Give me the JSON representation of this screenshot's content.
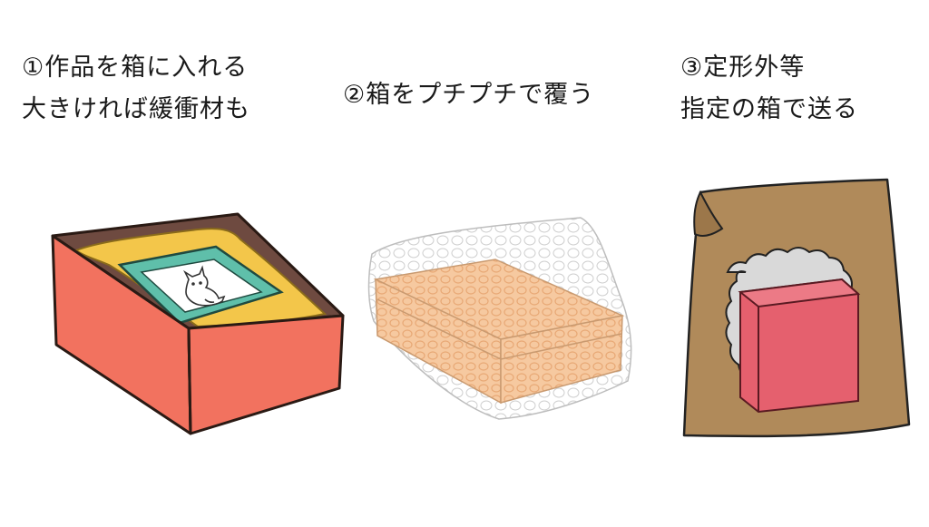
{
  "steps": [
    {
      "lines": [
        "①作品を箱に入れる",
        "大きければ緩衝材も"
      ]
    },
    {
      "lines": [
        "②箱をプチプチで覆う"
      ]
    },
    {
      "lines": [
        "③定形外等",
        "指定の箱で送る"
      ]
    }
  ],
  "colors": {
    "box_red": "#f2725f",
    "filler_yellow": "#f3c64a",
    "frame_teal": "#5fbfaa",
    "box_interior": "#6e4a40",
    "bubble_box_peach": "#f6c9a0",
    "bag_kraft": "#b08a5a",
    "window_gray": "#d9d9d9",
    "inner_box_pink": "#e5606e"
  },
  "icons": [
    "cat-drawing-icon"
  ]
}
